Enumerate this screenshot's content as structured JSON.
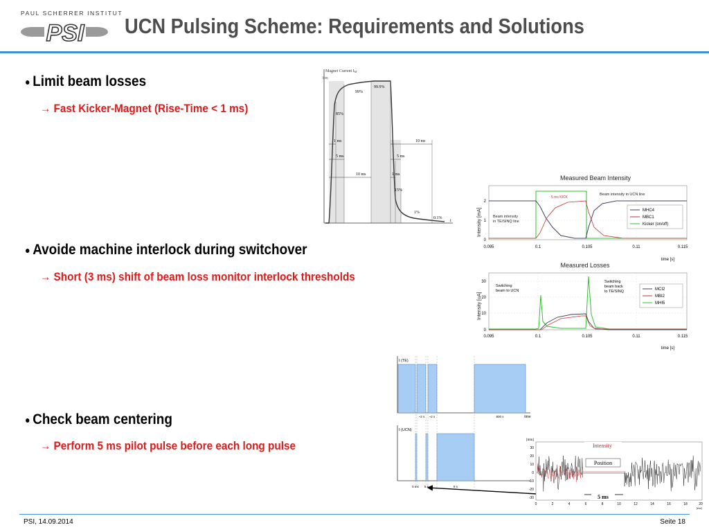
{
  "logo": {
    "institute": "PAUL SCHERRER INSTITUT",
    "mark": "PSI"
  },
  "title": "UCN Pulsing Scheme: Requirements and Solutions",
  "bullets": [
    {
      "text": "Limit beam losses",
      "sub": "→ Fast Kicker-Magnet (Rise-Time < 1 ms)"
    },
    {
      "text": "Avoide machine interlock during switchover",
      "sub": "→ Short (3 ms) shift of beam loss monitor interlock thresholds"
    },
    {
      "text": "Check beam centering",
      "sub": "→ Perform 5 ms pilot pulse before each long pulse"
    }
  ],
  "magnet_plot": {
    "ylabel": "Magnet Current I",
    "ylabel_sub": "M",
    "ylabel2": "I",
    "ylabel2_sub": "(M)",
    "labels": [
      "99.9%",
      "99%",
      "85%",
      "1 ms",
      "5 ms",
      "10 ms",
      "10 ms",
      "5 ms",
      "1 ms",
      "15%",
      "1%",
      "0.1%"
    ],
    "t_label": "t"
  },
  "beam_intensity": {
    "title": "Measured Beam Intensity",
    "ylabel": "Intensity [mA]",
    "xlabel": "time  [s]",
    "x_ticks": [
      "0.095",
      "0.1",
      "0.105",
      "0.11",
      "0.115"
    ],
    "y_ticks": [
      "0",
      "1",
      "2"
    ],
    "annotations": [
      "5 ms KICK",
      "Beam intensity in UCN line",
      "Beam intensity",
      "in TE/SINQ line"
    ],
    "legend": [
      "MHC4",
      "MBC1",
      "Kicker (on/off)"
    ],
    "colors": {
      "MHC4": "#404060",
      "MBC1": "#c03030",
      "Kicker": "#30c030"
    }
  },
  "losses": {
    "title": "Measured Losses",
    "ylabel": "Intensity [uA]",
    "xlabel": "time  [s]",
    "x_ticks": [
      "0.095",
      "0.1",
      "0.105",
      "0.11",
      "0.115"
    ],
    "y_ticks": [
      "0",
      "10",
      "20",
      "30"
    ],
    "annotations": [
      "Switching",
      "beam to UCN",
      "Switching",
      "beam back",
      "to TE/SINQ"
    ],
    "legend": [
      "MCI2",
      "MBI2",
      "MHI5"
    ],
    "colors": {
      "MCI2": "#404060",
      "MBI2": "#c03030",
      "MHI5": "#30c030"
    }
  },
  "timing": {
    "label_top": "I (TE)",
    "label_bottom": "I (UCN)",
    "time_label": "time",
    "gap1": "~2 s",
    "gap2": "~2 s",
    "long": "800 s",
    "pilot1": "5 ms",
    "pilot2": "5 s",
    "ucn_long": "8 s",
    "fill": "#a8cdf5"
  },
  "position_plot": {
    "unit_y": "[mm]",
    "unit_x": "[ms]",
    "y_ticks": [
      "30",
      "20",
      "10",
      "0",
      "-10",
      "-20",
      "-30"
    ],
    "x_ticks": [
      "0",
      "2",
      "4",
      "6",
      "8",
      "10",
      "12",
      "14",
      "16",
      "18",
      "20"
    ],
    "intensity_label": "Intensity",
    "position_label": "Position",
    "duration": "5 ms"
  },
  "footer": {
    "left": "PSI, 14.09.2014",
    "right": "Seite 18"
  }
}
